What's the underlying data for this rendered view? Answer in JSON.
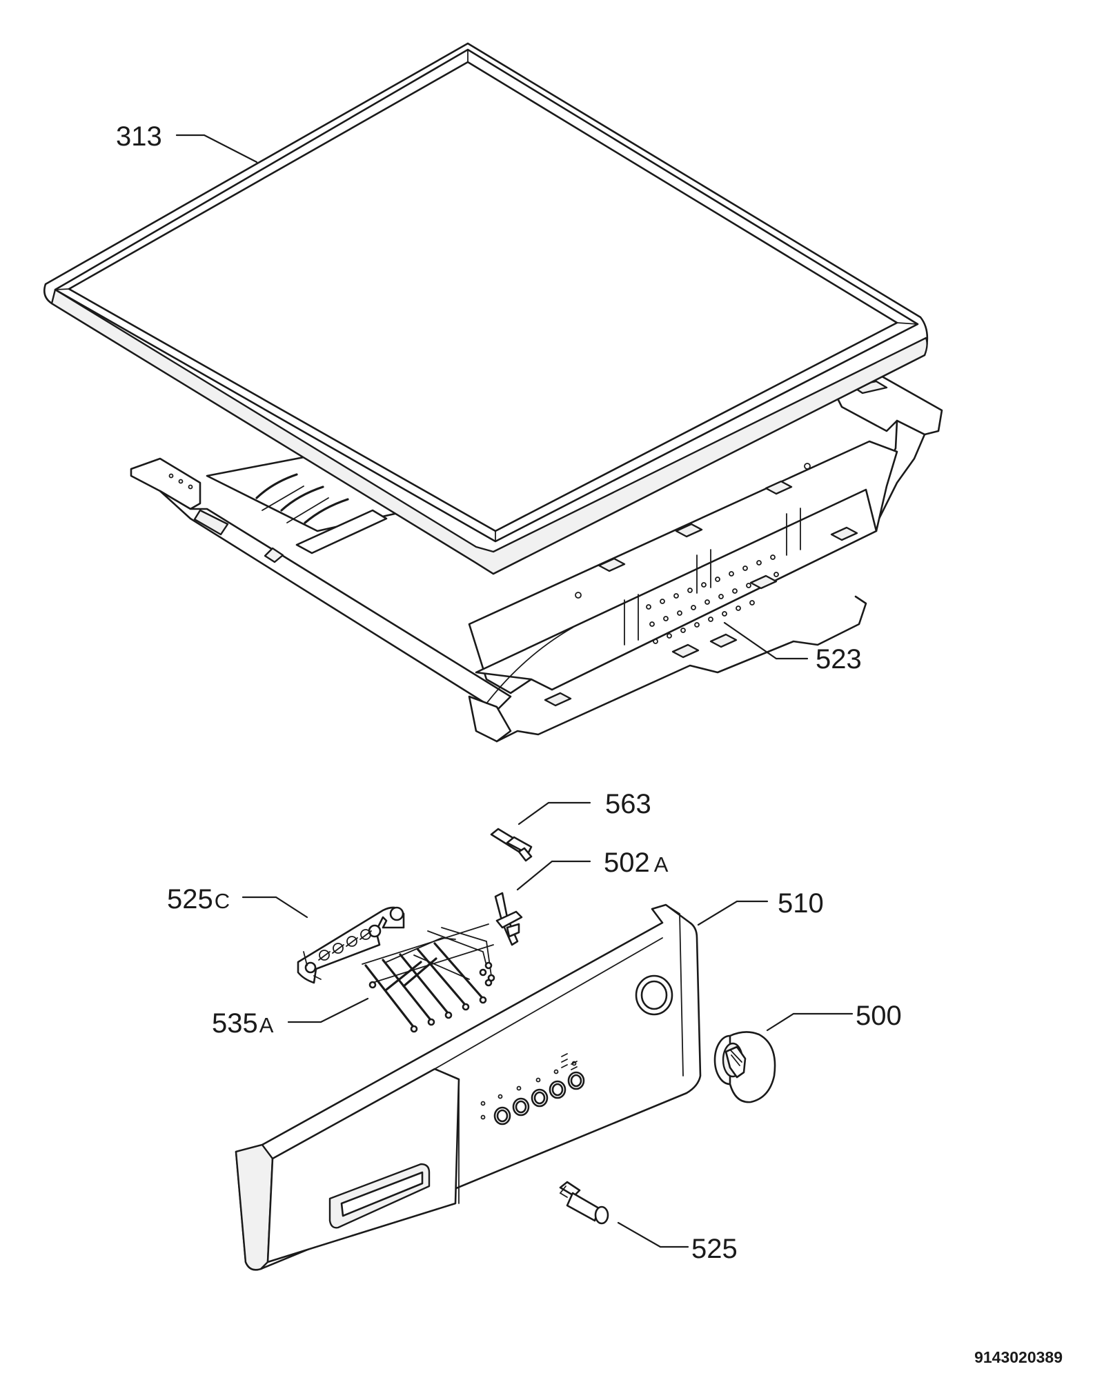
{
  "diagram": {
    "parts": [
      {
        "id": "313",
        "number": "313",
        "suffix": "",
        "name": "top-cover"
      },
      {
        "id": "523",
        "number": "523",
        "suffix": "",
        "name": "control-panel-support"
      },
      {
        "id": "563",
        "number": "563",
        "suffix": "",
        "name": "pin"
      },
      {
        "id": "502A",
        "number": "502",
        "suffix": "A",
        "name": "clip"
      },
      {
        "id": "510",
        "number": "510",
        "suffix": "",
        "name": "control-panel"
      },
      {
        "id": "525C",
        "number": "525",
        "suffix": "C",
        "name": "push-button-carrier"
      },
      {
        "id": "535A",
        "number": "535",
        "suffix": "A",
        "name": "push-rods"
      },
      {
        "id": "500",
        "number": "500",
        "suffix": "",
        "name": "knob"
      },
      {
        "id": "525",
        "number": "525",
        "suffix": "",
        "name": "indicator-light"
      }
    ],
    "document_number": "9143020389"
  }
}
